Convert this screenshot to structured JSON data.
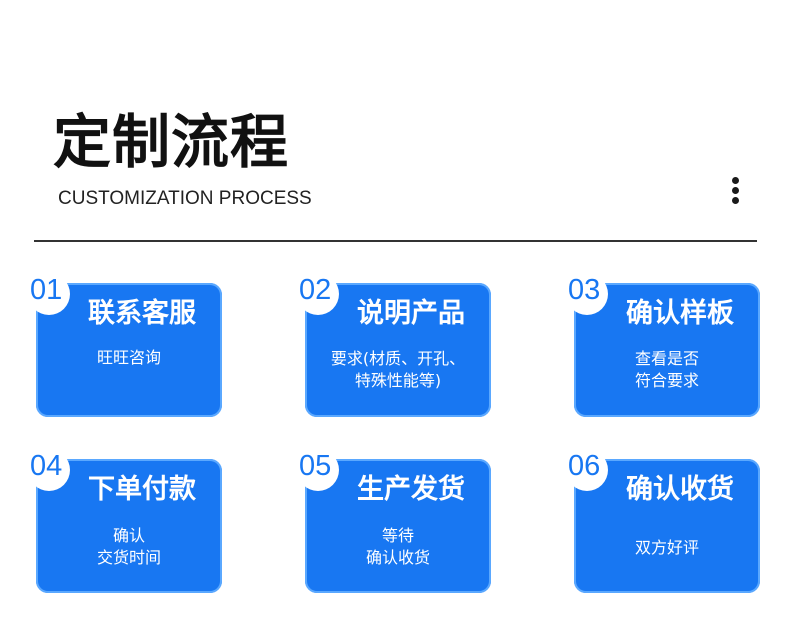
{
  "header": {
    "title": "定制流程",
    "subtitle": "CUSTOMIZATION PROCESS"
  },
  "colors": {
    "card_blue": "#1877f2",
    "text_dark": "#111111",
    "white": "#ffffff"
  },
  "icons": {
    "more": "more-vertical-icon"
  },
  "steps": [
    {
      "num": "01",
      "title": "联系客服",
      "desc": [
        "旺旺咨询"
      ]
    },
    {
      "num": "02",
      "title": "说明产品",
      "desc": [
        "要求(材质、开孔、",
        "特殊性能等)"
      ]
    },
    {
      "num": "03",
      "title": "确认样板",
      "desc": [
        "查看是否",
        "符合要求"
      ]
    },
    {
      "num": "04",
      "title": "下单付款",
      "desc": [
        "确认",
        "交货时间"
      ]
    },
    {
      "num": "05",
      "title": "生产发货",
      "desc": [
        "等待",
        "确认收货"
      ]
    },
    {
      "num": "06",
      "title": "确认收货",
      "desc": [
        "双方好评"
      ]
    }
  ]
}
